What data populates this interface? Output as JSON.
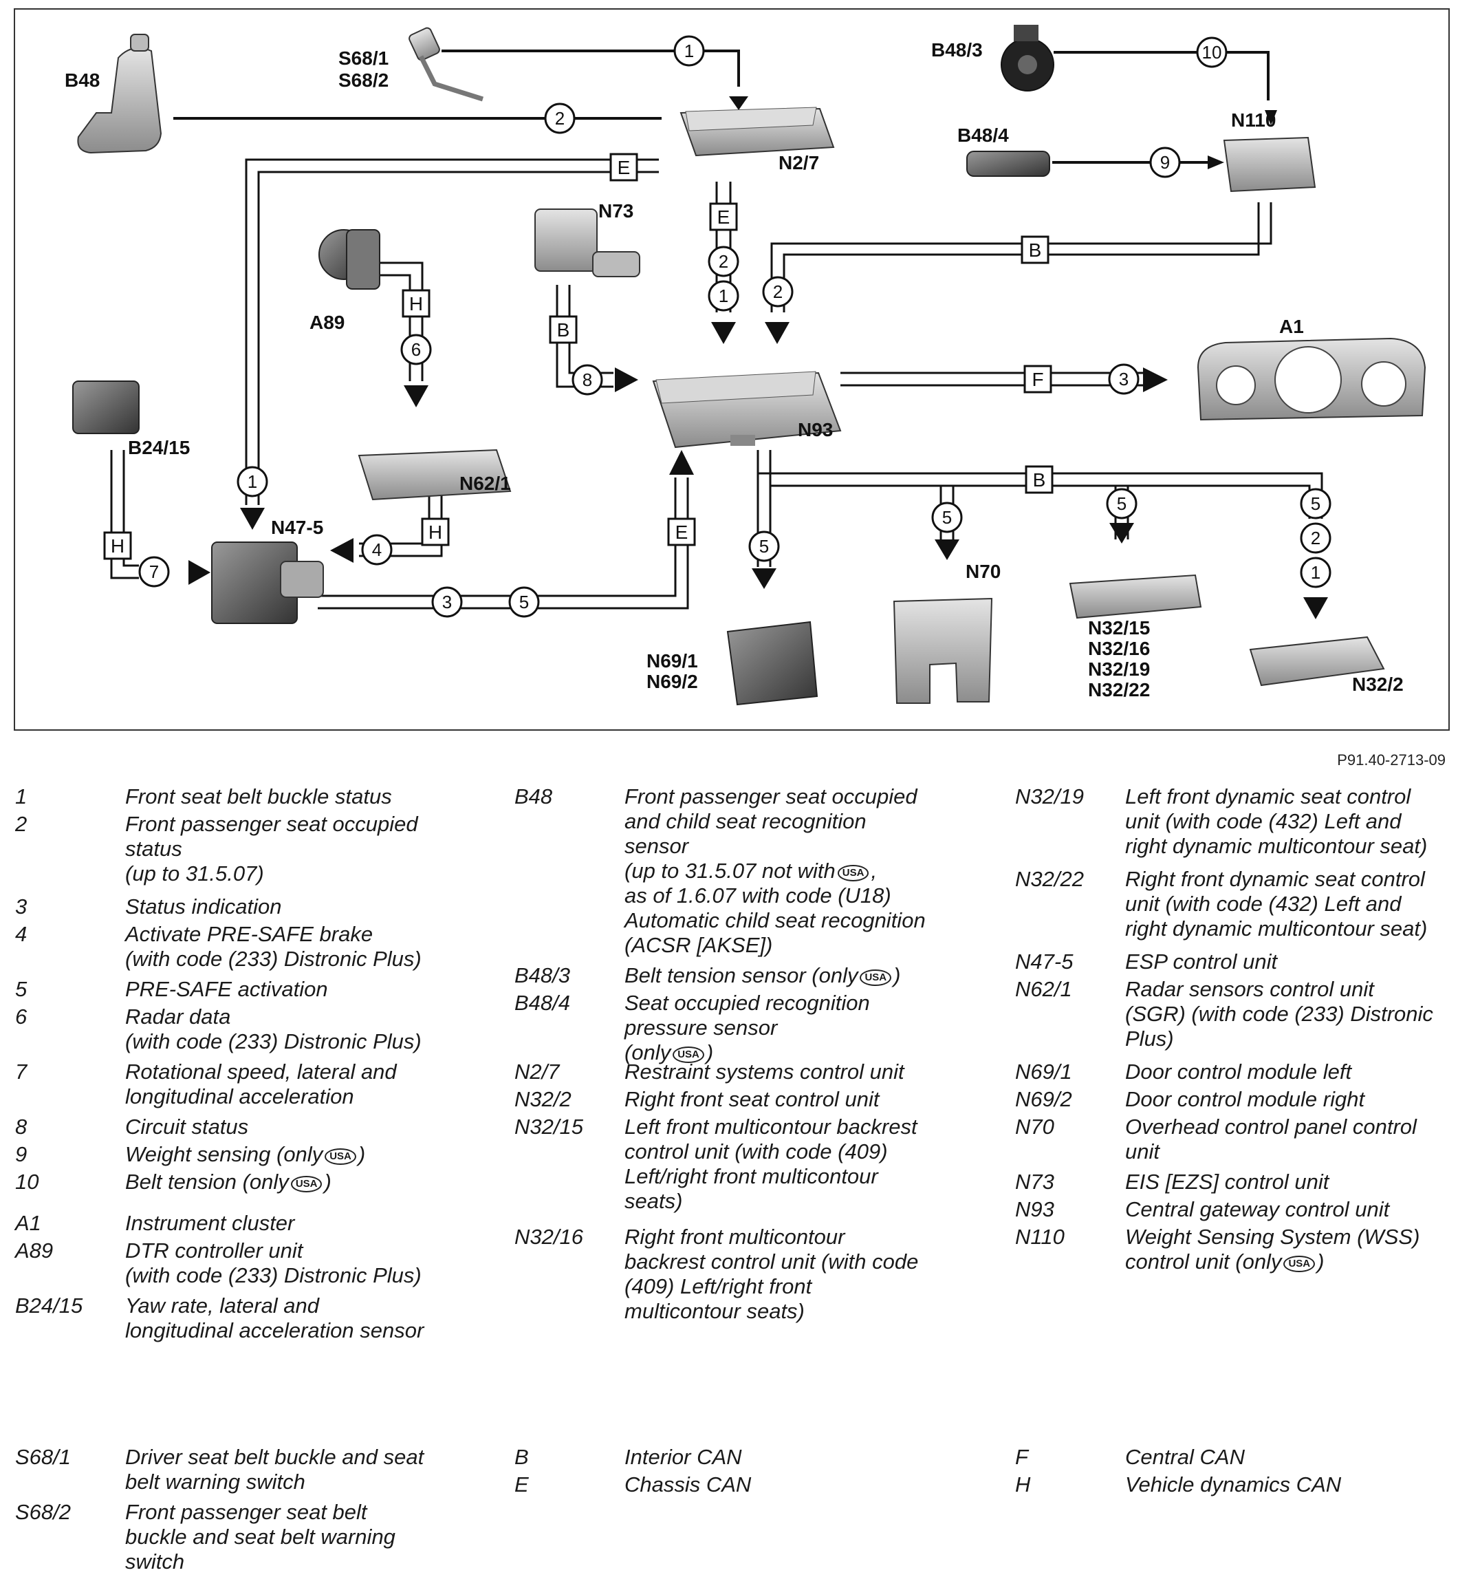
{
  "diagram": {
    "components": {
      "B48": "B48",
      "S68_1": "S68/1",
      "S68_2": "S68/2",
      "N2_7": "N2/7",
      "B48_3": "B48/3",
      "B48_4": "B48/4",
      "N110": "N110",
      "N73": "N73",
      "A89": "A89",
      "A1": "A1",
      "N93": "N93",
      "B24_15": "B24/15",
      "N62_1": "N62/1",
      "N47_5": "N47-5",
      "N70": "N70",
      "N69": [
        "N69/1",
        "N69/2"
      ],
      "N32_group": [
        "N32/15",
        "N32/16",
        "N32/19",
        "N32/22"
      ],
      "N32_2": "N32/2"
    },
    "bus_letters": {
      "B": "B",
      "E": "E",
      "F": "F",
      "H": "H"
    },
    "signal_numbers": [
      "1",
      "2",
      "3",
      "4",
      "5",
      "6",
      "7",
      "8",
      "9",
      "10"
    ]
  },
  "doc_id": "P91.40-2713-09",
  "legend": {
    "col1": [
      {
        "code": "1",
        "desc": "Front seat belt buckle status"
      },
      {
        "code": "2",
        "desc": "Front passenger seat occupied\nstatus\n(up to 31.5.07)"
      },
      {
        "code": "3",
        "desc": "Status indication"
      },
      {
        "code": "4",
        "desc": "Activate PRE-SAFE brake\n(with code (233) Distronic Plus)"
      },
      {
        "code": "5",
        "desc": "PRE-SAFE activation"
      },
      {
        "code": "6",
        "desc": "Radar data\n(with code (233) Distronic Plus)"
      },
      {
        "code": "7",
        "desc": "Rotational speed, lateral and\nlongitudinal acceleration"
      },
      {
        "code": "8",
        "desc": "Circuit status"
      },
      {
        "code": "9",
        "desc": "Weight sensing (only",
        "usa": "USA",
        "tail": ")"
      },
      {
        "code": "10",
        "desc": "Belt tension (only",
        "usa": "USA",
        "tail": ")"
      },
      {
        "code": "A1",
        "desc": "Instrument cluster"
      },
      {
        "code": "A89",
        "desc": "DTR controller unit\n(with code (233) Distronic Plus)"
      },
      {
        "code": "B24/15",
        "desc": "Yaw rate, lateral and\nlongitudinal acceleration sensor"
      }
    ],
    "col2": [
      {
        "code": "B48",
        "desc": "Front passenger seat occupied\nand child seat recognition\nsensor\n(up to 31.5.07 not with",
        "usa": "USA",
        "tail": ",\nas of 1.6.07 with code (U18)\nAutomatic child seat recognition\n(ACSR [AKSE])"
      },
      {
        "code": "B48/3",
        "desc": "Belt tension sensor (only",
        "usa": "USA",
        "tail": ")"
      },
      {
        "code": "B48/4",
        "desc": "Seat occupied recognition\npressure sensor\n(only",
        "usa": "USA",
        "tail": ")"
      },
      {
        "code": "N2/7",
        "desc": "Restraint systems control unit"
      },
      {
        "code": "N32/2",
        "desc": "Right front seat control unit"
      },
      {
        "code": "N32/15",
        "desc": "Left front multicontour backrest\ncontrol unit (with code (409)\nLeft/right front multicontour\nseats)"
      },
      {
        "code": "N32/16",
        "desc": "Right front multicontour\nbackrest control unit (with code\n(409) Left/right front\nmulticontour seats)"
      }
    ],
    "col3": [
      {
        "code": "N32/19",
        "desc": "Left front dynamic seat control\nunit (with code (432) Left and\nright dynamic multicontour seat)"
      },
      {
        "code": "N32/22",
        "desc": "Right front dynamic seat control\nunit (with code (432) Left and\nright dynamic multicontour seat)"
      },
      {
        "code": "N47-5",
        "desc": "ESP control unit"
      },
      {
        "code": "N62/1",
        "desc": "Radar sensors control unit\n(SGR) (with code (233) Distronic\nPlus)"
      },
      {
        "code": "N69/1",
        "desc": "Door control module left"
      },
      {
        "code": "N69/2",
        "desc": "Door control module right"
      },
      {
        "code": "N70",
        "desc": "Overhead control panel control\nunit"
      },
      {
        "code": "N73",
        "desc": "EIS [EZS] control unit"
      },
      {
        "code": "N93",
        "desc": "Central gateway control unit"
      },
      {
        "code": "N110",
        "desc": "Weight Sensing System (WSS)\ncontrol unit (only",
        "usa": "USA",
        "tail": ")"
      }
    ],
    "bottom1": [
      {
        "code": "S68/1",
        "desc": "Driver seat belt buckle and seat\nbelt warning switch"
      },
      {
        "code": "S68/2",
        "desc": "Front passenger seat belt\nbuckle and seat belt warning\nswitch"
      }
    ],
    "bottom2": [
      {
        "code": "B",
        "desc": "Interior CAN"
      },
      {
        "code": "E",
        "desc": "Chassis CAN"
      }
    ],
    "bottom3": [
      {
        "code": "F",
        "desc": "Central CAN"
      },
      {
        "code": "H",
        "desc": "Vehicle dynamics CAN"
      }
    ]
  }
}
